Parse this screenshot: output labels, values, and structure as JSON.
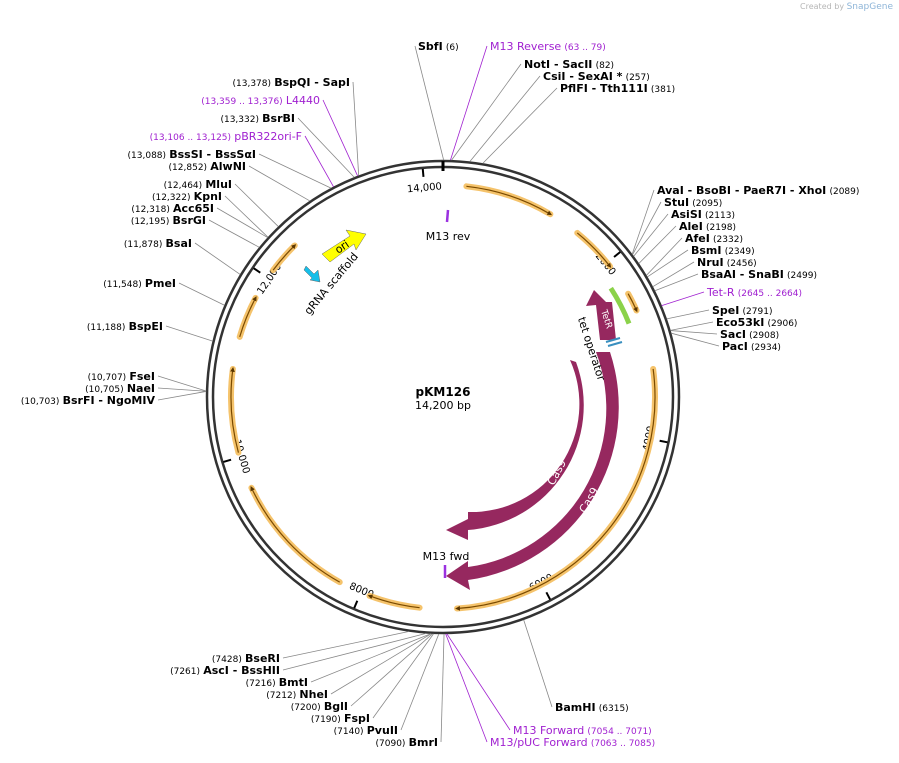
{
  "credit": {
    "prefix": "Created by",
    "brand": "SnapGene"
  },
  "plasmid": {
    "name": "pKM126",
    "size_label": "14,200 bp",
    "total_bp": 14200
  },
  "ticks": [
    {
      "label": "2000",
      "bp": 2000
    },
    {
      "label": "4000",
      "bp": 4000
    },
    {
      "label": "6000",
      "bp": 6000
    },
    {
      "label": "8000",
      "bp": 8000
    },
    {
      "label": "10,000",
      "bp": 10000
    },
    {
      "label": "12,000",
      "bp": 12000
    },
    {
      "label": "14,000",
      "bp": 14000
    }
  ],
  "sites": [
    {
      "name": "SbfI",
      "pos": "(6)",
      "bp": 6,
      "color": "black",
      "side": "right"
    },
    {
      "name": "M13 Reverse",
      "pos": "(63 .. 79)",
      "bp": 71,
      "color": "purple",
      "side": "right"
    },
    {
      "name": "NotI - SacII",
      "pos": "(82)",
      "bp": 82,
      "color": "black",
      "side": "right"
    },
    {
      "name": "CsiI - SexAI *",
      "pos": "(257)",
      "bp": 257,
      "color": "black",
      "side": "right"
    },
    {
      "name": "PflFI - Tth111I",
      "pos": "(381)",
      "bp": 381,
      "color": "black",
      "side": "right"
    },
    {
      "name": "AvaI - BsoBI - PaeR7I - XhoI",
      "pos": "(2089)",
      "bp": 2089,
      "color": "black",
      "side": "right"
    },
    {
      "name": "StuI",
      "pos": "(2095)",
      "bp": 2095,
      "color": "black",
      "side": "right"
    },
    {
      "name": "AsiSI",
      "pos": "(2113)",
      "bp": 2113,
      "color": "black",
      "side": "right"
    },
    {
      "name": "AleI",
      "pos": "(2198)",
      "bp": 2198,
      "color": "black",
      "side": "right"
    },
    {
      "name": "AfeI",
      "pos": "(2332)",
      "bp": 2332,
      "color": "black",
      "side": "right"
    },
    {
      "name": "BsmI",
      "pos": "(2349)",
      "bp": 2349,
      "color": "black",
      "side": "right"
    },
    {
      "name": "NruI",
      "pos": "(2456)",
      "bp": 2456,
      "color": "black",
      "side": "right"
    },
    {
      "name": "BsaAI - SnaBI",
      "pos": "(2499)",
      "bp": 2499,
      "color": "black",
      "side": "right"
    },
    {
      "name": "Tet-R",
      "pos": "(2645 .. 2664)",
      "bp": 2655,
      "color": "purple",
      "side": "right"
    },
    {
      "name": "SpeI",
      "pos": "(2791)",
      "bp": 2791,
      "color": "black",
      "side": "right"
    },
    {
      "name": "Eco53kI",
      "pos": "(2906)",
      "bp": 2906,
      "color": "black",
      "side": "right"
    },
    {
      "name": "SacI",
      "pos": "(2908)",
      "bp": 2908,
      "color": "black",
      "side": "right"
    },
    {
      "name": "PacI",
      "pos": "(2934)",
      "bp": 2934,
      "color": "black",
      "side": "right"
    },
    {
      "name": "BamHI",
      "pos": "(6315)",
      "bp": 6315,
      "color": "black",
      "side": "right"
    },
    {
      "name": "M13 Forward",
      "pos": "(7054 .. 7071)",
      "bp": 7062,
      "color": "purple",
      "side": "right"
    },
    {
      "name": "M13/pUC Forward",
      "pos": "(7063 .. 7085)",
      "bp": 7074,
      "color": "purple",
      "side": "right"
    },
    {
      "name": "BmrI",
      "pos": "(7090)",
      "bp": 7090,
      "color": "black",
      "side": "left"
    },
    {
      "name": "PvuII",
      "pos": "(7140)",
      "bp": 7140,
      "color": "black",
      "side": "left"
    },
    {
      "name": "FspI",
      "pos": "(7190)",
      "bp": 7190,
      "color": "black",
      "side": "left"
    },
    {
      "name": "BglI",
      "pos": "(7200)",
      "bp": 7200,
      "color": "black",
      "side": "left"
    },
    {
      "name": "NheI",
      "pos": "(7212)",
      "bp": 7212,
      "color": "black",
      "side": "left"
    },
    {
      "name": "BmtI",
      "pos": "(7216)",
      "bp": 7216,
      "color": "black",
      "side": "left"
    },
    {
      "name": "AscI - BssHII",
      "pos": "(7261)",
      "bp": 7261,
      "color": "black",
      "side": "left"
    },
    {
      "name": "BseRI",
      "pos": "(7428)",
      "bp": 7428,
      "color": "black",
      "side": "left"
    },
    {
      "name": "BsrFI - NgoMIV",
      "pos": "(10,703)",
      "bp": 10703,
      "color": "black",
      "side": "left"
    },
    {
      "name": "NaeI",
      "pos": "(10,705)",
      "bp": 10705,
      "color": "black",
      "side": "left"
    },
    {
      "name": "FseI",
      "pos": "(10,707)",
      "bp": 10707,
      "color": "black",
      "side": "left"
    },
    {
      "name": "BspEI",
      "pos": "(11,188)",
      "bp": 11188,
      "color": "black",
      "side": "left"
    },
    {
      "name": "PmeI",
      "pos": "(11,548)",
      "bp": 11548,
      "color": "black",
      "side": "left"
    },
    {
      "name": "BsaI",
      "pos": "(11,878)",
      "bp": 11878,
      "color": "black",
      "side": "left"
    },
    {
      "name": "BsrGI",
      "pos": "(12,195)",
      "bp": 12195,
      "color": "black",
      "side": "left"
    },
    {
      "name": "Acc65I",
      "pos": "(12,318)",
      "bp": 12318,
      "color": "black",
      "side": "left"
    },
    {
      "name": "KpnI",
      "pos": "(12,322)",
      "bp": 12322,
      "color": "black",
      "side": "left"
    },
    {
      "name": "MluI",
      "pos": "(12,464)",
      "bp": 12464,
      "color": "black",
      "side": "left"
    },
    {
      "name": "AlwNI",
      "pos": "(12,852)",
      "bp": 12852,
      "color": "black",
      "side": "left"
    },
    {
      "name": "BssSI - BssSαI",
      "pos": "(13,088)",
      "bp": 13088,
      "color": "black",
      "side": "left"
    },
    {
      "name": "pBR322ori-F",
      "pos": "(13,106 .. 13,125)",
      "bp": 13115,
      "color": "purple",
      "side": "left"
    },
    {
      "name": "BsrBI",
      "pos": "(13,332)",
      "bp": 13332,
      "color": "black",
      "side": "left"
    },
    {
      "name": "L4440",
      "pos": "(13,359 .. 13,376)",
      "bp": 13367,
      "color": "purple",
      "side": "left"
    },
    {
      "name": "BspQI - SapI",
      "pos": "(13,378)",
      "bp": 13378,
      "color": "black",
      "side": "left"
    }
  ],
  "features": [
    {
      "label": "Cas9",
      "kind": "arrow",
      "color": "#96285f"
    },
    {
      "label": "Cas9",
      "kind": "arrow",
      "color": "#96285f"
    },
    {
      "label": "TetR",
      "kind": "arrow",
      "color": "#96285f"
    },
    {
      "label": "ori",
      "kind": "arrow",
      "color": "#ffff00"
    },
    {
      "label": "gRNA scaffold",
      "kind": "arrow",
      "color": "#17bee8"
    },
    {
      "label": "tet operator",
      "kind": "box",
      "color": "#3a8fbf"
    },
    {
      "label": "M13 rev",
      "kind": "primer",
      "color": "#9b31e0"
    },
    {
      "label": "M13 fwd",
      "kind": "primer",
      "color": "#9b31e0"
    }
  ],
  "colors": {
    "site_black": "#000000",
    "site_purple": "#a020d0",
    "orf": "#f5c36b",
    "orf_line": "#7a4a00",
    "backbone": "#222222"
  }
}
